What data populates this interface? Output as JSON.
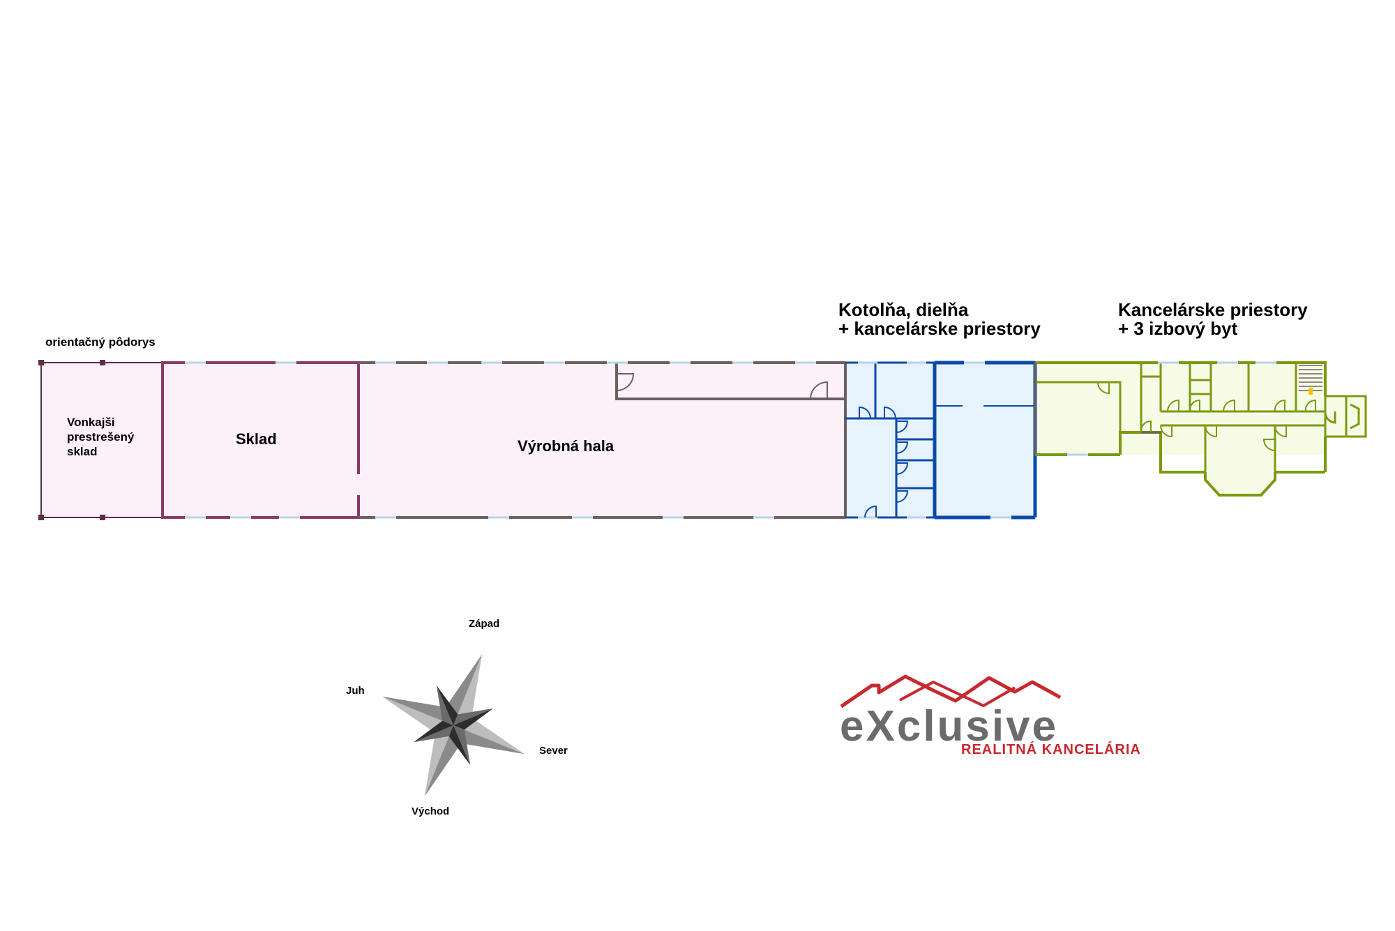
{
  "plan": {
    "caption": "orientačný pôdorys",
    "rooms": {
      "outdoor_line1": "Vonkajši",
      "outdoor_line2": "prestrešený",
      "outdoor_line3": "sklad",
      "warehouse": "Sklad",
      "production_hall": "Výrobná hala"
    },
    "sections": {
      "boiler_line1": "Kotolňa, dielňa",
      "boiler_line2": "+ kancelárske priestory",
      "office_line1": "Kancelárske priestory",
      "office_line2": "+ 3 izbový byt"
    }
  },
  "compass": {
    "top": "Západ",
    "left": "Juh",
    "right": "Sever",
    "bottom": "Východ"
  },
  "logo": {
    "brand": "eXclusive",
    "tagline": "REALITNÁ KANCELÁRIA"
  },
  "colors": {
    "outdoor_wall": "#5c2e45",
    "warehouse_wall": "#8a3a68",
    "hall_wall": "#6e6060",
    "blue_wall": "#0a4aa8",
    "green_wall": "#7a9a10",
    "pink_fill": "#fdf1f9",
    "blue_fill": "#e6f2fc",
    "green_fill": "#f7fbe6",
    "logo_red": "#c8282e",
    "logo_gray": "#6b6b6b"
  }
}
